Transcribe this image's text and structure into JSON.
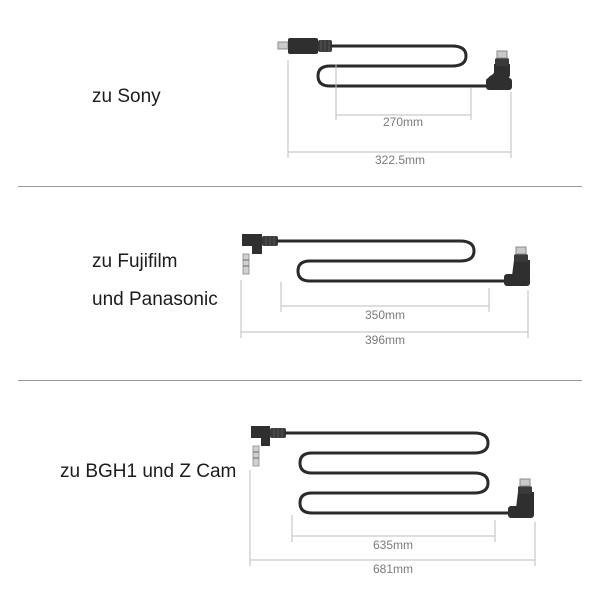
{
  "sections": [
    {
      "labels": [
        "zu Sony"
      ],
      "measures": {
        "inner": "270mm",
        "outer": "322.5mm"
      }
    },
    {
      "labels": [
        "zu Fujifilm",
        "und Panasonic"
      ],
      "measures": {
        "inner": "350mm",
        "outer": "396mm"
      }
    },
    {
      "labels": [
        "zu BGH1 und Z Cam"
      ],
      "measures": {
        "inner": "635mm",
        "outer": "681mm"
      }
    }
  ],
  "colors": {
    "cable": "#2a2a2a",
    "dimension": "#bdbdbd",
    "divider": "#9a9a9a"
  }
}
